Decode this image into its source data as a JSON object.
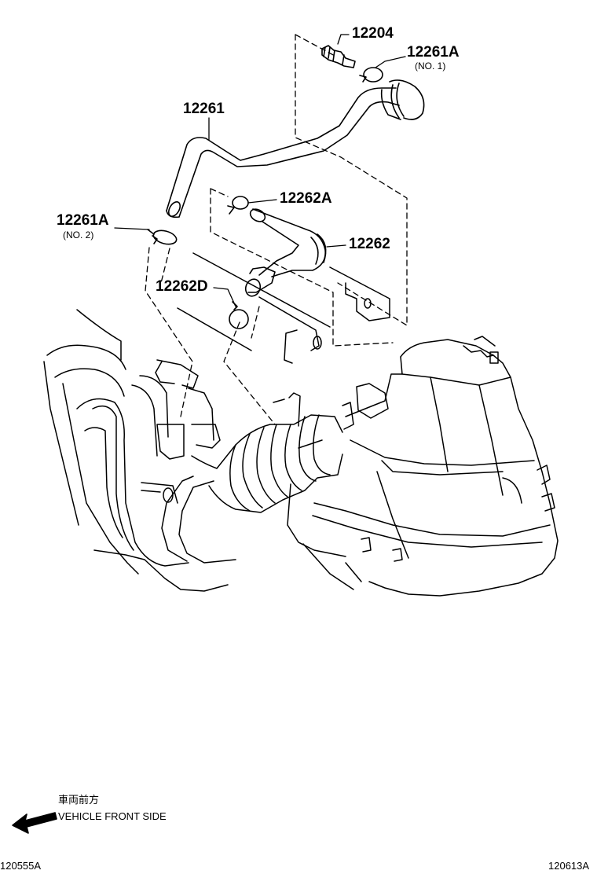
{
  "labels": {
    "p12204": "12204",
    "p12261A_1": "12261A",
    "p12261A_1_note": "(NO. 1)",
    "p12261": "12261",
    "p12262A": "12262A",
    "p12261A_2": "12261A",
    "p12261A_2_note": "(NO. 2)",
    "p12262": "12262",
    "p12262D": "12262D"
  },
  "legend": {
    "japanese": "車両前方",
    "english": "VEHICLE FRONT SIDE"
  },
  "codes": {
    "left": "120555A",
    "right": "120613A"
  }
}
